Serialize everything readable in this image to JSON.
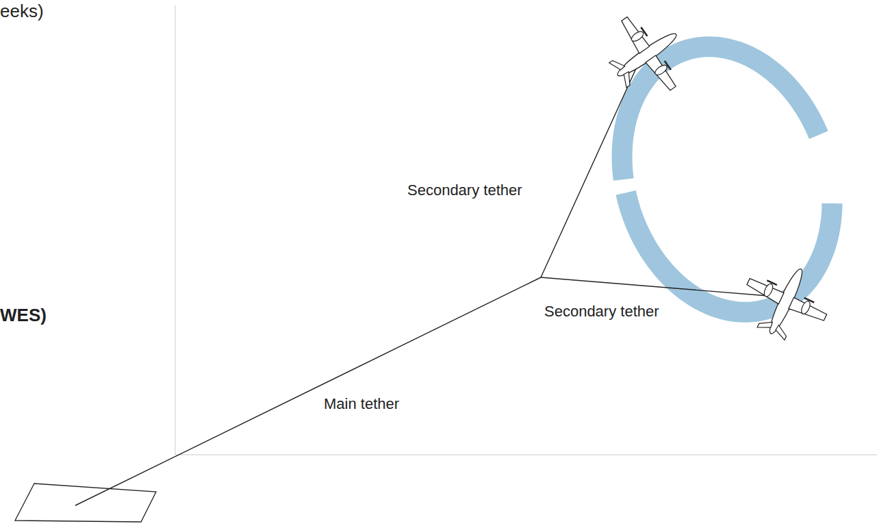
{
  "diagram": {
    "labels": [
      "eeks)",
      "WES)",
      "Secondary tether",
      "Secondary tether",
      "Main tether"
    ]
  }
}
